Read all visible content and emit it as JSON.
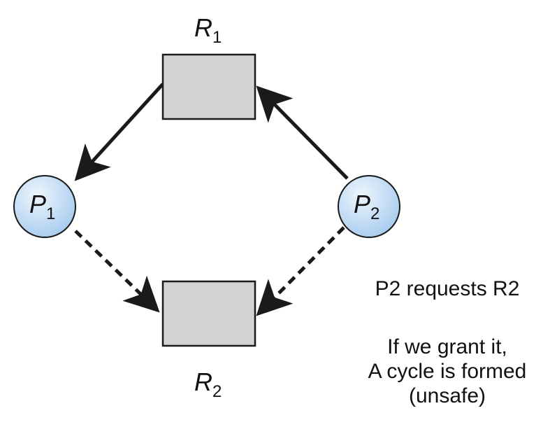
{
  "diagram": {
    "resources": [
      {
        "id": "R1",
        "base": "R",
        "sub": "1"
      },
      {
        "id": "R2",
        "base": "R",
        "sub": "2"
      }
    ],
    "processes": [
      {
        "id": "P1",
        "base": "P",
        "sub": "1"
      },
      {
        "id": "P2",
        "base": "P",
        "sub": "2"
      }
    ],
    "edges": [
      {
        "from": "R1",
        "to": "P1",
        "kind": "assignment",
        "style": "solid"
      },
      {
        "from": "P2",
        "to": "R1",
        "kind": "request",
        "style": "solid"
      },
      {
        "from": "P1",
        "to": "R2",
        "kind": "claim",
        "style": "dashed"
      },
      {
        "from": "P2",
        "to": "R2",
        "kind": "claim",
        "style": "dashed"
      }
    ],
    "colors": {
      "resource_fill": "#d3d3d3",
      "process_fill_light": "#e6f2fc",
      "process_fill_dark": "#a9cdef",
      "stroke": "#1a1a1a"
    }
  },
  "notes": {
    "request": "P2 requests R2",
    "consequence": [
      "If we grant it,",
      "A cycle is formed",
      "(unsafe)"
    ]
  }
}
